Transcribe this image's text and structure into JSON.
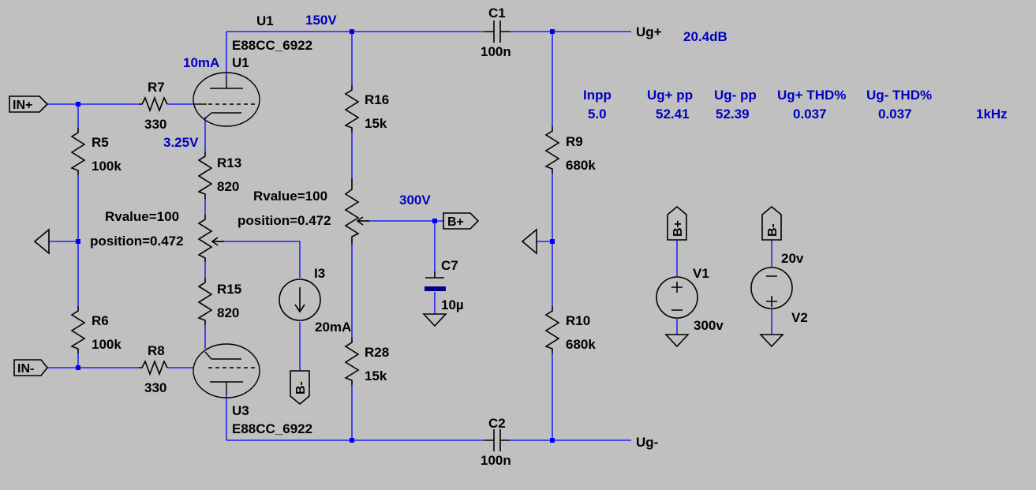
{
  "components": {
    "u1": {
      "ref": "U1",
      "model": "E88CC_6922",
      "ref_top": "U1"
    },
    "u3": {
      "ref": "U3",
      "model": "E88CC_6922"
    },
    "c1": {
      "ref": "C1",
      "value": "100n"
    },
    "c2": {
      "ref": "C2",
      "value": "100n"
    },
    "c7": {
      "ref": "C7",
      "value": "10µ"
    },
    "r5": {
      "ref": "R5",
      "value": "100k"
    },
    "r6": {
      "ref": "R6",
      "value": "100k"
    },
    "r7": {
      "ref": "R7",
      "value": "330"
    },
    "r8": {
      "ref": "R8",
      "value": "330"
    },
    "r9": {
      "ref": "R9",
      "value": "680k"
    },
    "r10": {
      "ref": "R10",
      "value": "680k"
    },
    "r13": {
      "ref": "R13",
      "value": "820"
    },
    "r15": {
      "ref": "R15",
      "value": "820"
    },
    "r16": {
      "ref": "R16",
      "value": "15k"
    },
    "r28": {
      "ref": "R28",
      "value": "15k"
    },
    "pot_left": {
      "rvalue": "Rvalue=100",
      "position": "position=0.472"
    },
    "pot_right": {
      "rvalue": "Rvalue=100",
      "position": "position=0.472"
    },
    "i3": {
      "ref": "I3",
      "value": "20mA"
    },
    "v1": {
      "ref": "V1",
      "value": "300v"
    },
    "v2": {
      "ref": "V2",
      "value": "20v"
    }
  },
  "net_labels": {
    "in_plus": "IN+",
    "in_minus": "IN-",
    "b_plus": "B+",
    "b_minus": "B-",
    "ug_plus": "Ug+",
    "ug_minus": "Ug-"
  },
  "annotations": {
    "v_150": "150V",
    "i_10ma": "10mA",
    "v_325": "3.25V",
    "v_300": "300V",
    "gain": "20.4dB"
  },
  "measurements": {
    "headers": [
      "Inpp",
      "Ug+ pp",
      "Ug- pp",
      "Ug+ THD%",
      "Ug- THD%"
    ],
    "values": [
      "5.0",
      "52.41",
      "52.39",
      "0.037",
      "0.037"
    ],
    "frequency": "1kHz"
  },
  "colors": {
    "background": "#c0c0c0",
    "wire": "#0000ff",
    "component": "#000000",
    "annotation": "#0000c0"
  }
}
